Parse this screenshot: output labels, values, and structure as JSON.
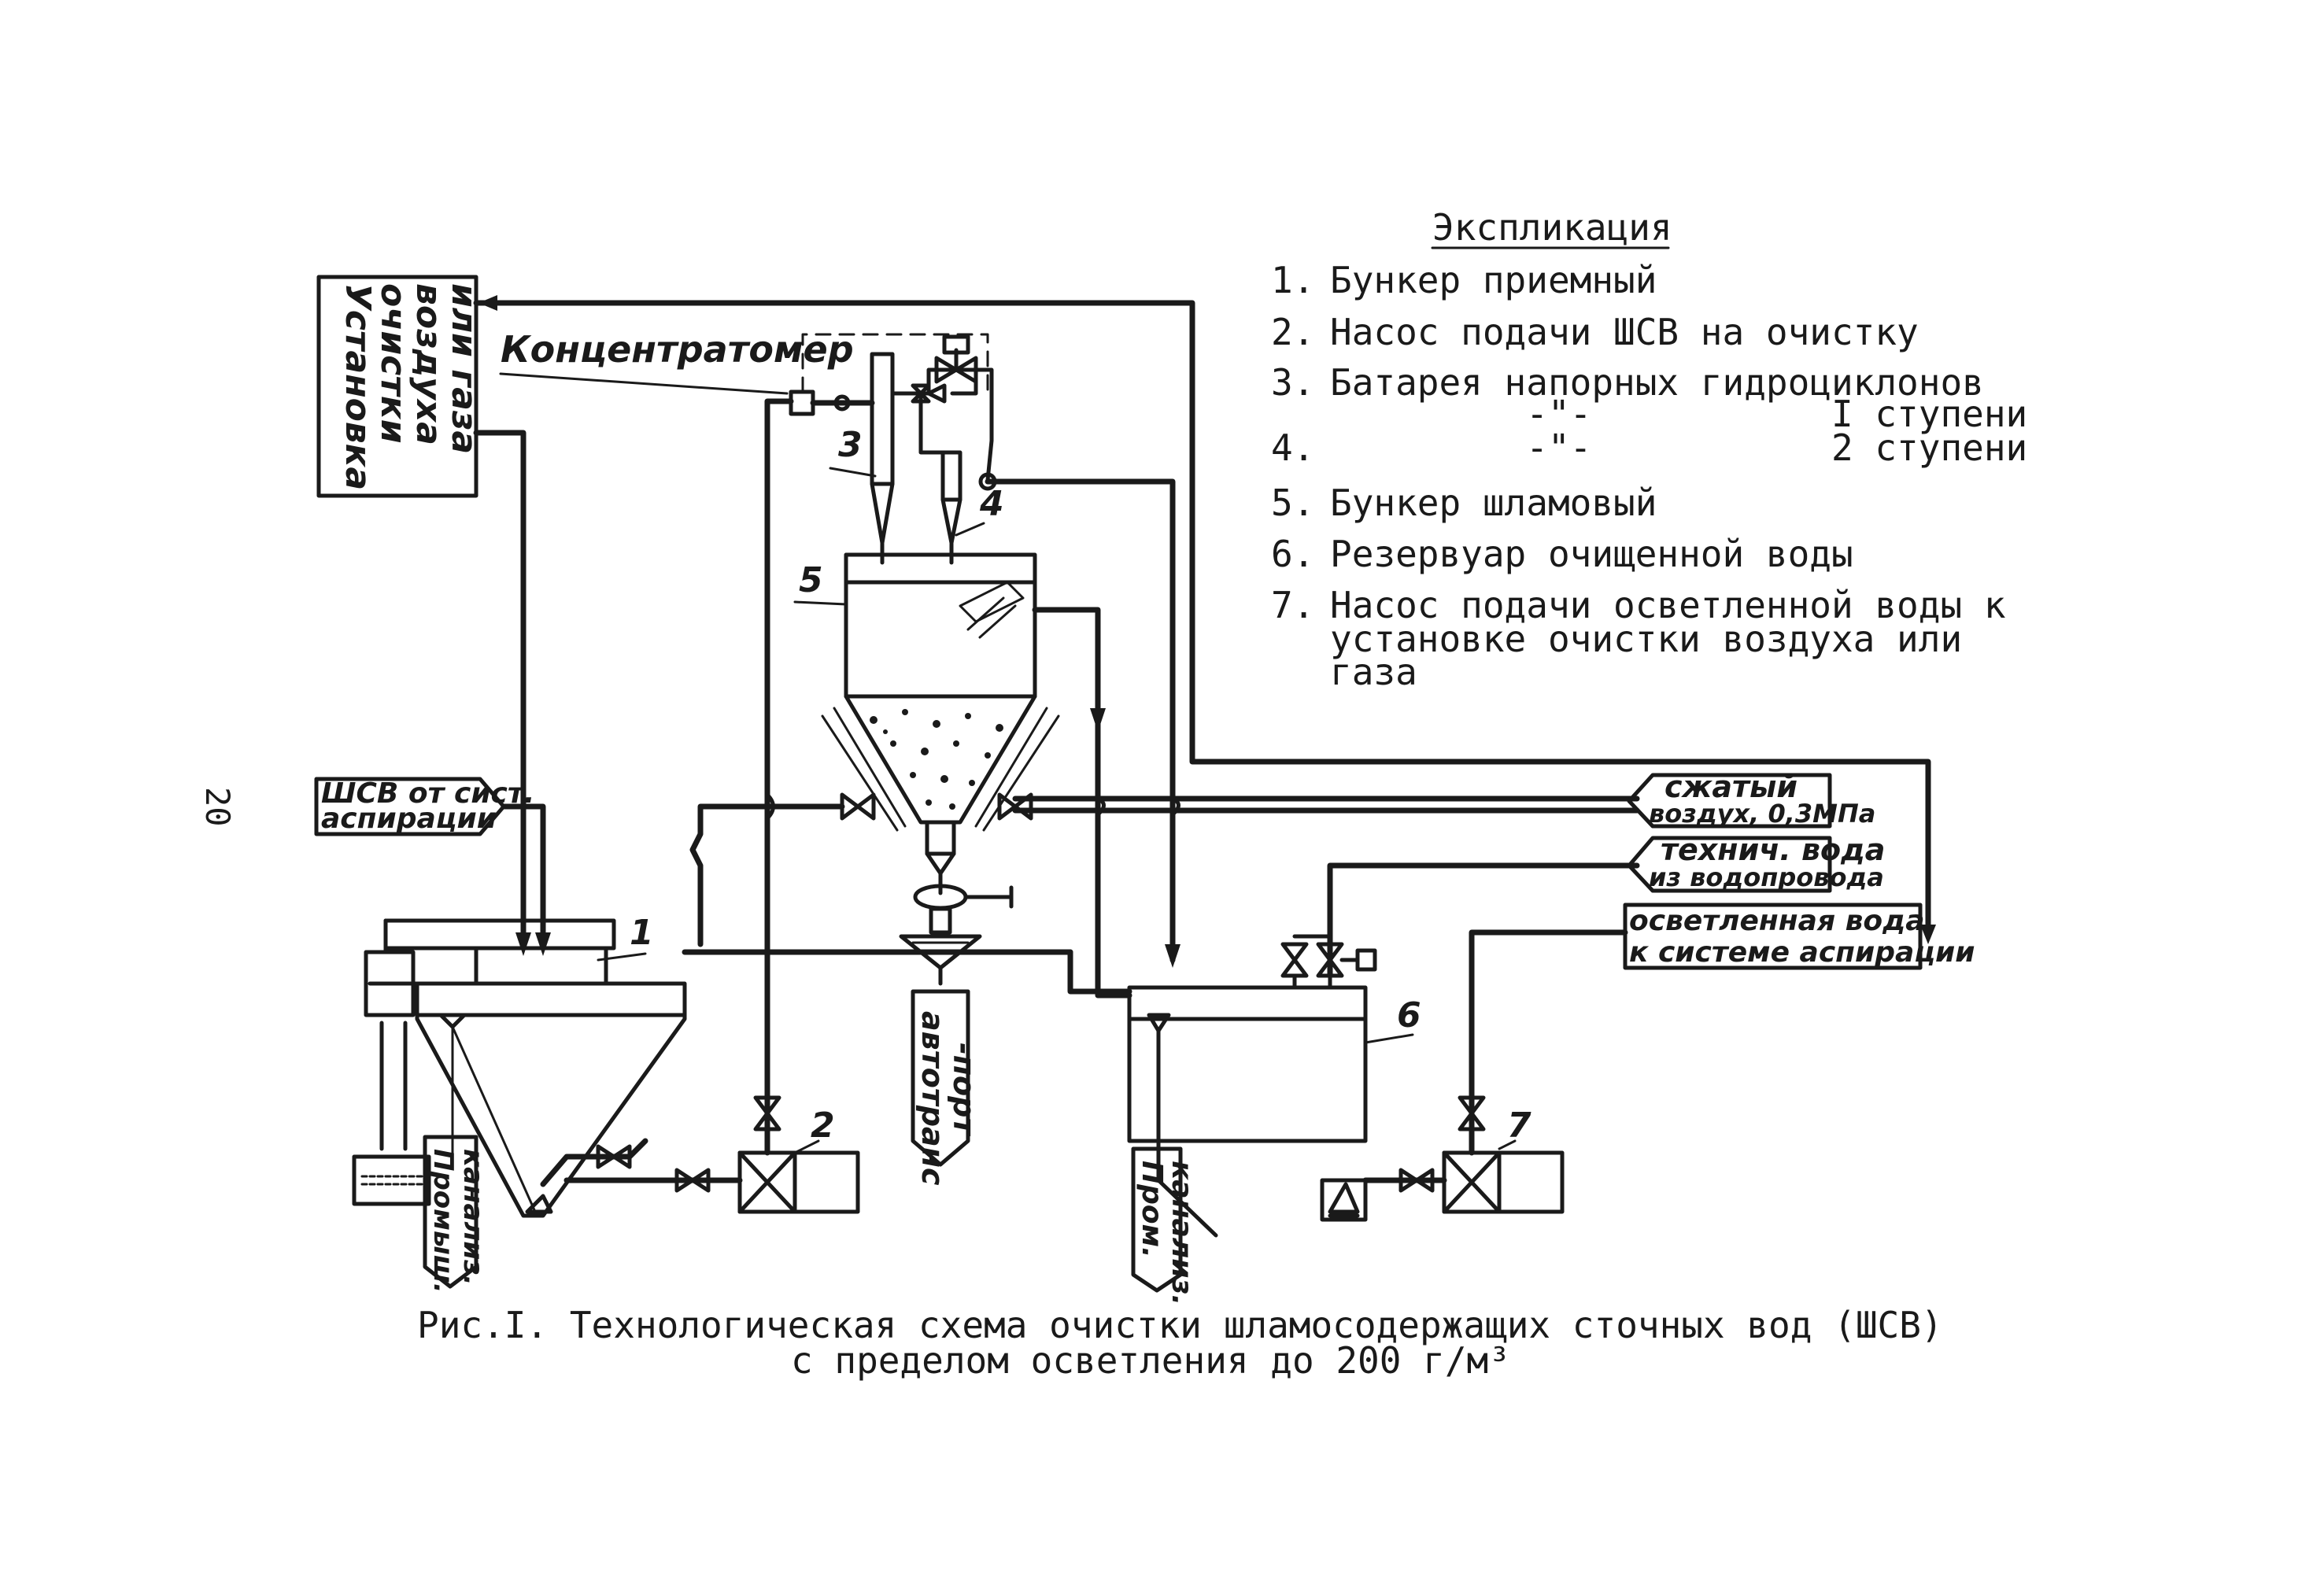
{
  "page_number": "20",
  "explication": {
    "title": "Экспликация",
    "items": [
      {
        "num": "1.",
        "lines": [
          "Бункер приемный"
        ]
      },
      {
        "num": "2.",
        "lines": [
          "Насос подачи ШСВ на очистку"
        ]
      },
      {
        "num": "3.",
        "lines": [
          "Батарея напорных гидроциклонов",
          "         -\"-           I ступени"
        ]
      },
      {
        "num": "4.",
        "lines": [
          "         -\"-           2 ступени"
        ]
      },
      {
        "num": "5.",
        "lines": [
          "Бункер шламовый"
        ]
      },
      {
        "num": "6.",
        "lines": [
          "Резервуар очищенной воды"
        ]
      },
      {
        "num": "7.",
        "lines": [
          "Насос подачи осветленной воды к",
          "установке очистки воздуха или",
          "газа"
        ]
      }
    ]
  },
  "labels": {
    "air_cleaning": [
      "Установка",
      "очистки",
      "воздуха",
      "или газа"
    ],
    "concentratometer": "Концентратомер",
    "shsv_from_aspiration": [
      "ШСВ от сист.",
      "аспирации"
    ],
    "compressed_air": [
      "сжатый",
      "воздух, 0,3МПа"
    ],
    "tech_water": [
      "технич. вода",
      "из водопровода"
    ],
    "clarified_water": [
      "осветленная вода",
      "к системе аспирации"
    ],
    "auto_transport": [
      "автотранс",
      "-порт"
    ],
    "prom_kanal_left": [
      "Промыш.",
      "канализ."
    ],
    "prom_kanal_right": [
      "Пром.",
      "канализ."
    ],
    "n1": "1",
    "n2": "2",
    "n3": "3",
    "n4": "4",
    "n5": "5",
    "n6": "6",
    "n7": "7"
  },
  "caption": {
    "line1": "Рис.I. Технологическая схема очистки шламосодержащих сточных вод (ШСВ)",
    "line2": "с пределом осветления до 200 г/м³"
  }
}
